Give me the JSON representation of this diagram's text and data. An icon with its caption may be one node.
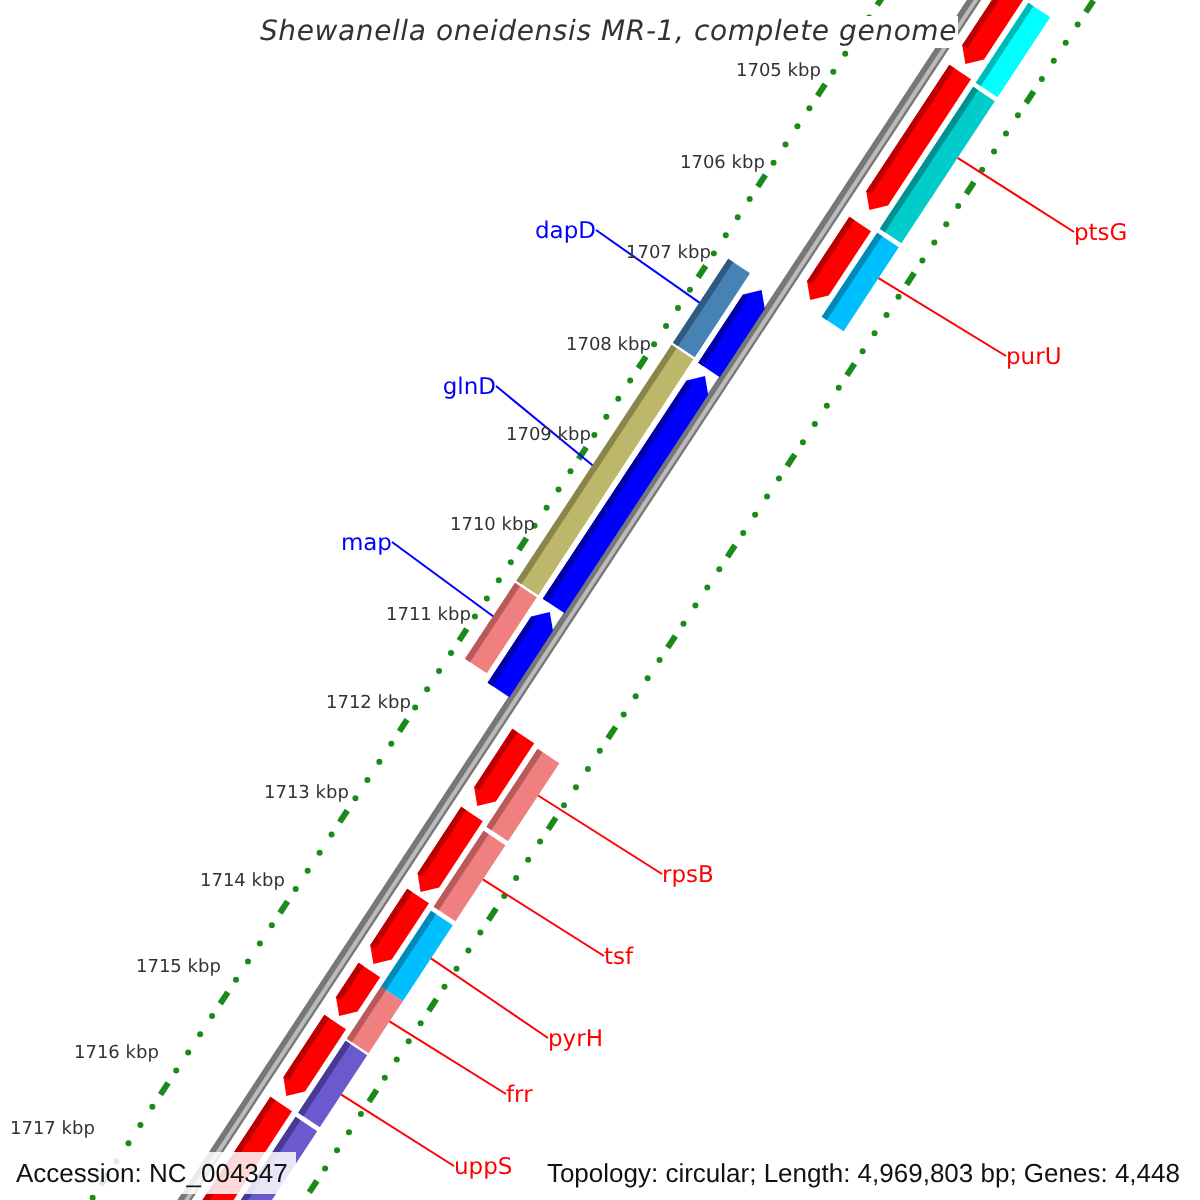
{
  "diagram": {
    "title": "Shewanella oneidensis MR-1, complete genome",
    "nodes": [
      {
        "text": [
          "ptsG"
        ]
      },
      {
        "text": [
          "dapD"
        ]
      },
      {
        "text": [
          "purU"
        ]
      },
      {
        "text": [
          "glnD"
        ]
      },
      {
        "text": [
          "map"
        ]
      },
      {
        "text": [
          "rpsB"
        ]
      },
      {
        "text": [
          "tsf"
        ]
      },
      {
        "text": [
          "pyrH"
        ]
      },
      {
        "text": [
          "frr"
        ]
      },
      {
        "text": [
          "uppS"
        ]
      },
      {
        "text": [],
        "shape": "bar"
      },
      {
        "text": [],
        "shape": "bar"
      },
      {
        "text": [],
        "shape": "bar"
      },
      {
        "text": [],
        "shape": "bar"
      },
      {
        "text": [],
        "shape": "bar"
      },
      {
        "text": [],
        "shape": "bar"
      },
      {
        "text": [],
        "shape": "bar"
      },
      {
        "text": [],
        "shape": "bar"
      },
      {
        "text": [],
        "shape": "bar"
      },
      {
        "text": [],
        "shape": "bar"
      }
    ],
    "edges": [
      {
        "from": 0,
        "to": 10,
        "arrow": "none"
      },
      {
        "from": 1,
        "to": 11,
        "arrow": "none",
        "color": "#0000ff"
      },
      {
        "from": 2,
        "to": 12,
        "arrow": "none"
      },
      {
        "from": 3,
        "to": 13,
        "arrow": "none",
        "color": "#0000ff"
      },
      {
        "from": 4,
        "to": 14,
        "arrow": "none",
        "color": "#0000ff"
      },
      {
        "from": 5,
        "to": 15,
        "arrow": "none"
      },
      {
        "from": 6,
        "to": 16,
        "arrow": "none"
      },
      {
        "from": 7,
        "to": 17,
        "arrow": "none"
      },
      {
        "from": 8,
        "to": 18,
        "arrow": "none"
      },
      {
        "from": 9,
        "to": 19,
        "arrow": "none"
      }
    ],
    "labels": [
      "1705 kbp",
      "1706 kbp",
      "1707 kbp",
      "1708 kbp",
      "1709 kbp",
      "1710 kbp",
      "1711 kbp",
      "1712 kbp",
      "1713 kbp",
      "1714 kbp",
      "1715 kbp",
      "1716 kbp",
      "1717 kbp",
      "Accession: NC_004347",
      "Topology: circular; Length: 4,969,803 bp; Genes: 4,448"
    ]
  }
}
